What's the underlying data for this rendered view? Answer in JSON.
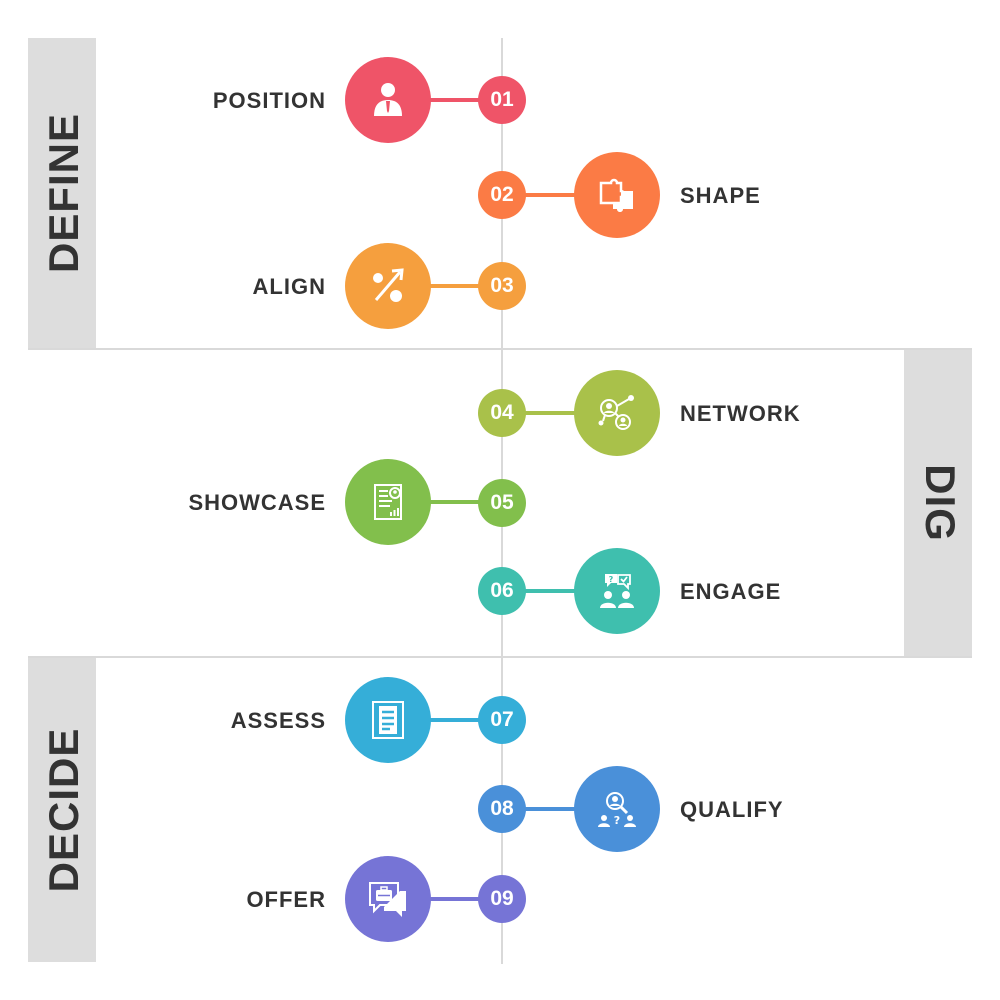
{
  "phases": {
    "define": "DEFINE",
    "dig": "DIG",
    "decide": "DECIDE"
  },
  "steps": [
    {
      "number": "01",
      "label": "POSITION",
      "color": "#ef5468",
      "icon": "businessman-icon"
    },
    {
      "number": "02",
      "label": "SHAPE",
      "color": "#fb7b45",
      "icon": "puzzle-icon"
    },
    {
      "number": "03",
      "label": "ALIGN",
      "color": "#f59f3e",
      "icon": "percent-growth-icon"
    },
    {
      "number": "04",
      "label": "NETWORK",
      "color": "#a9c14a",
      "icon": "network-people-icon"
    },
    {
      "number": "05",
      "label": "SHOWCASE",
      "color": "#82bf4c",
      "icon": "resume-document-icon"
    },
    {
      "number": "06",
      "label": "ENGAGE",
      "color": "#3fbfae",
      "icon": "conversation-people-icon"
    },
    {
      "number": "07",
      "label": "ASSESS",
      "color": "#35aed8",
      "icon": "clipboard-checklist-icon"
    },
    {
      "number": "08",
      "label": "QUALIFY",
      "color": "#4a90d9",
      "icon": "candidate-search-icon"
    },
    {
      "number": "09",
      "label": "OFFER",
      "color": "#7674d6",
      "icon": "briefcase-chat-icon"
    }
  ]
}
